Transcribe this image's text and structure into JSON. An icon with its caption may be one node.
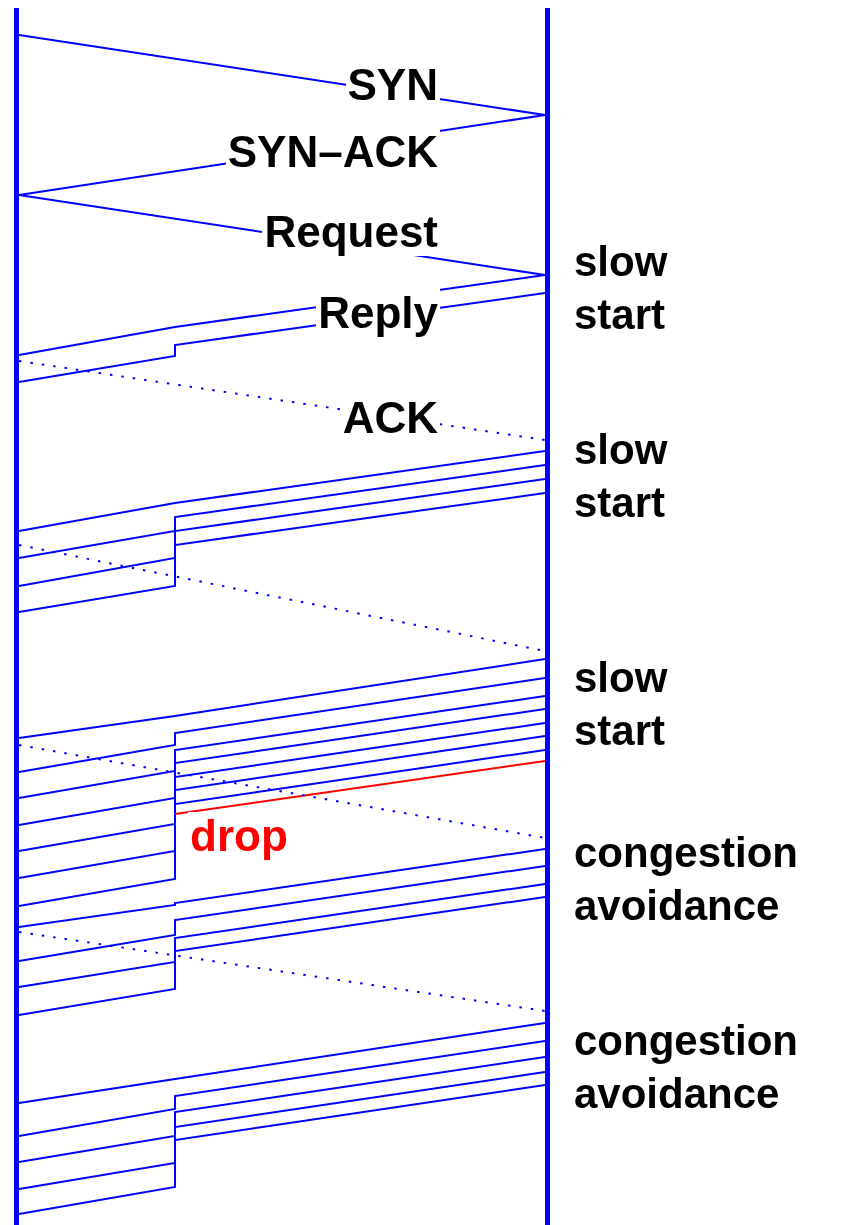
{
  "diagram": {
    "nodes": [
      {
        "text": [],
        "shape": "bar"
      },
      {
        "text": [],
        "shape": "bar"
      }
    ],
    "edges": [
      {
        "from": 0,
        "to": 1,
        "arrow": "none",
        "label": "SYN"
      },
      {
        "from": 1,
        "to": 0,
        "arrow": "none",
        "label": "SYN–ACK"
      },
      {
        "from": 0,
        "to": 1,
        "arrow": "none",
        "label": "Request"
      },
      {
        "from": 1,
        "to": 0,
        "arrow": "none",
        "label": "Reply"
      },
      {
        "from": 1,
        "to": 0,
        "arrow": "none"
      },
      {
        "from": 0,
        "to": 1,
        "arrow": "none",
        "label": "ACK",
        "style": "dashed"
      },
      {
        "from": 1,
        "to": 0,
        "arrow": "none"
      },
      {
        "from": 1,
        "to": 0,
        "arrow": "none"
      },
      {
        "from": 1,
        "to": 0,
        "arrow": "none"
      },
      {
        "from": 1,
        "to": 0,
        "arrow": "none"
      },
      {
        "from": 0,
        "to": 1,
        "arrow": "none",
        "style": "dashed"
      },
      {
        "from": 1,
        "to": 0,
        "arrow": "none"
      },
      {
        "from": 1,
        "to": 0,
        "arrow": "none"
      },
      {
        "from": 1,
        "to": 0,
        "arrow": "none"
      },
      {
        "from": 1,
        "to": 0,
        "arrow": "none"
      },
      {
        "from": 1,
        "to": 0,
        "arrow": "none"
      },
      {
        "from": 1,
        "to": 0,
        "arrow": "none"
      },
      {
        "from": 1,
        "to": 0,
        "arrow": "none"
      },
      {
        "from": 1,
        "to": null,
        "arrow": "none",
        "label": "drop",
        "color": "#ff0000"
      },
      {
        "from": 0,
        "to": 1,
        "arrow": "none",
        "style": "dashed"
      },
      {
        "from": 1,
        "to": 0,
        "arrow": "none"
      },
      {
        "from": 1,
        "to": 0,
        "arrow": "none"
      },
      {
        "from": 1,
        "to": 0,
        "arrow": "none"
      },
      {
        "from": 1,
        "to": 0,
        "arrow": "none"
      },
      {
        "from": 0,
        "to": 1,
        "arrow": "none",
        "style": "dashed"
      },
      {
        "from": 1,
        "to": 0,
        "arrow": "none"
      },
      {
        "from": 1,
        "to": 0,
        "arrow": "none"
      },
      {
        "from": 1,
        "to": 0,
        "arrow": "none"
      },
      {
        "from": 1,
        "to": 0,
        "arrow": "none"
      },
      {
        "from": 1,
        "to": 0,
        "arrow": "none"
      }
    ],
    "labels": [
      "slow start",
      "slow start",
      "slow start",
      "congestion avoidance",
      "congestion avoidance"
    ]
  }
}
